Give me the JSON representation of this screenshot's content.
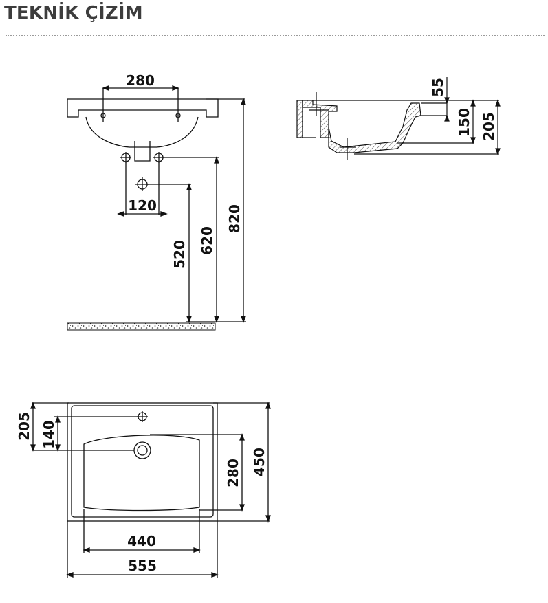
{
  "page": {
    "title": "TEKNİK ÇİZİM"
  },
  "front_view": {
    "dim_tap_spacing": "280",
    "dim_drain_spacing": "120",
    "dim_waste_height": "520",
    "dim_supply_height": "620",
    "dim_top_height": "820"
  },
  "side_view": {
    "dim_rim": "55",
    "dim_bowl_depth": "150",
    "dim_total_depth": "205"
  },
  "plan_view": {
    "dim_tap_offset": "205",
    "dim_drain_offset": "140",
    "dim_bowl_depth": "280",
    "dim_total_depth": "450",
    "dim_bowl_width": "440",
    "dim_total_width": "555"
  }
}
